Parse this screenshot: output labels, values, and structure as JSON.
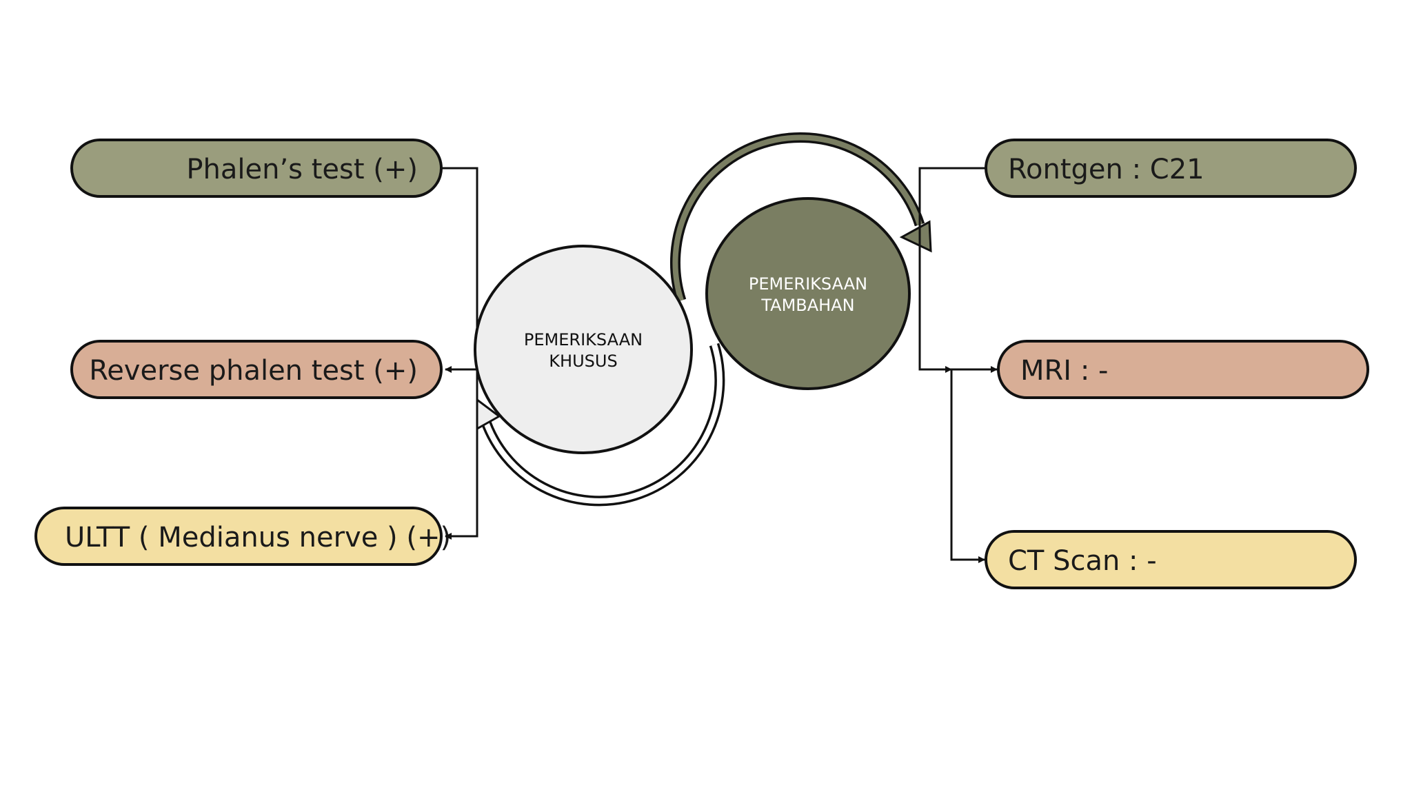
{
  "colors": {
    "olive": "#9a9d7d",
    "salmon": "#d8ae96",
    "cream": "#f3dfa2",
    "dark_olive": "#7a7e62",
    "light_gray": "#eeeeee",
    "outline": "#111111"
  },
  "center_left": {
    "line1": "PEMERIKSAAN",
    "line2": "KHUSUS"
  },
  "center_right": {
    "line1": "PEMERIKSAAN",
    "line2": "TAMBAHAN"
  },
  "left_items": [
    {
      "label": "Phalen’s test (+)"
    },
    {
      "label": "Reverse  phalen test (+)"
    },
    {
      "label": "ULTT ( Medianus nerve ) (+)"
    }
  ],
  "right_items": [
    {
      "label": "Rontgen : C21"
    },
    {
      "label": "MRI : -"
    },
    {
      "label": "CT Scan : -"
    }
  ]
}
